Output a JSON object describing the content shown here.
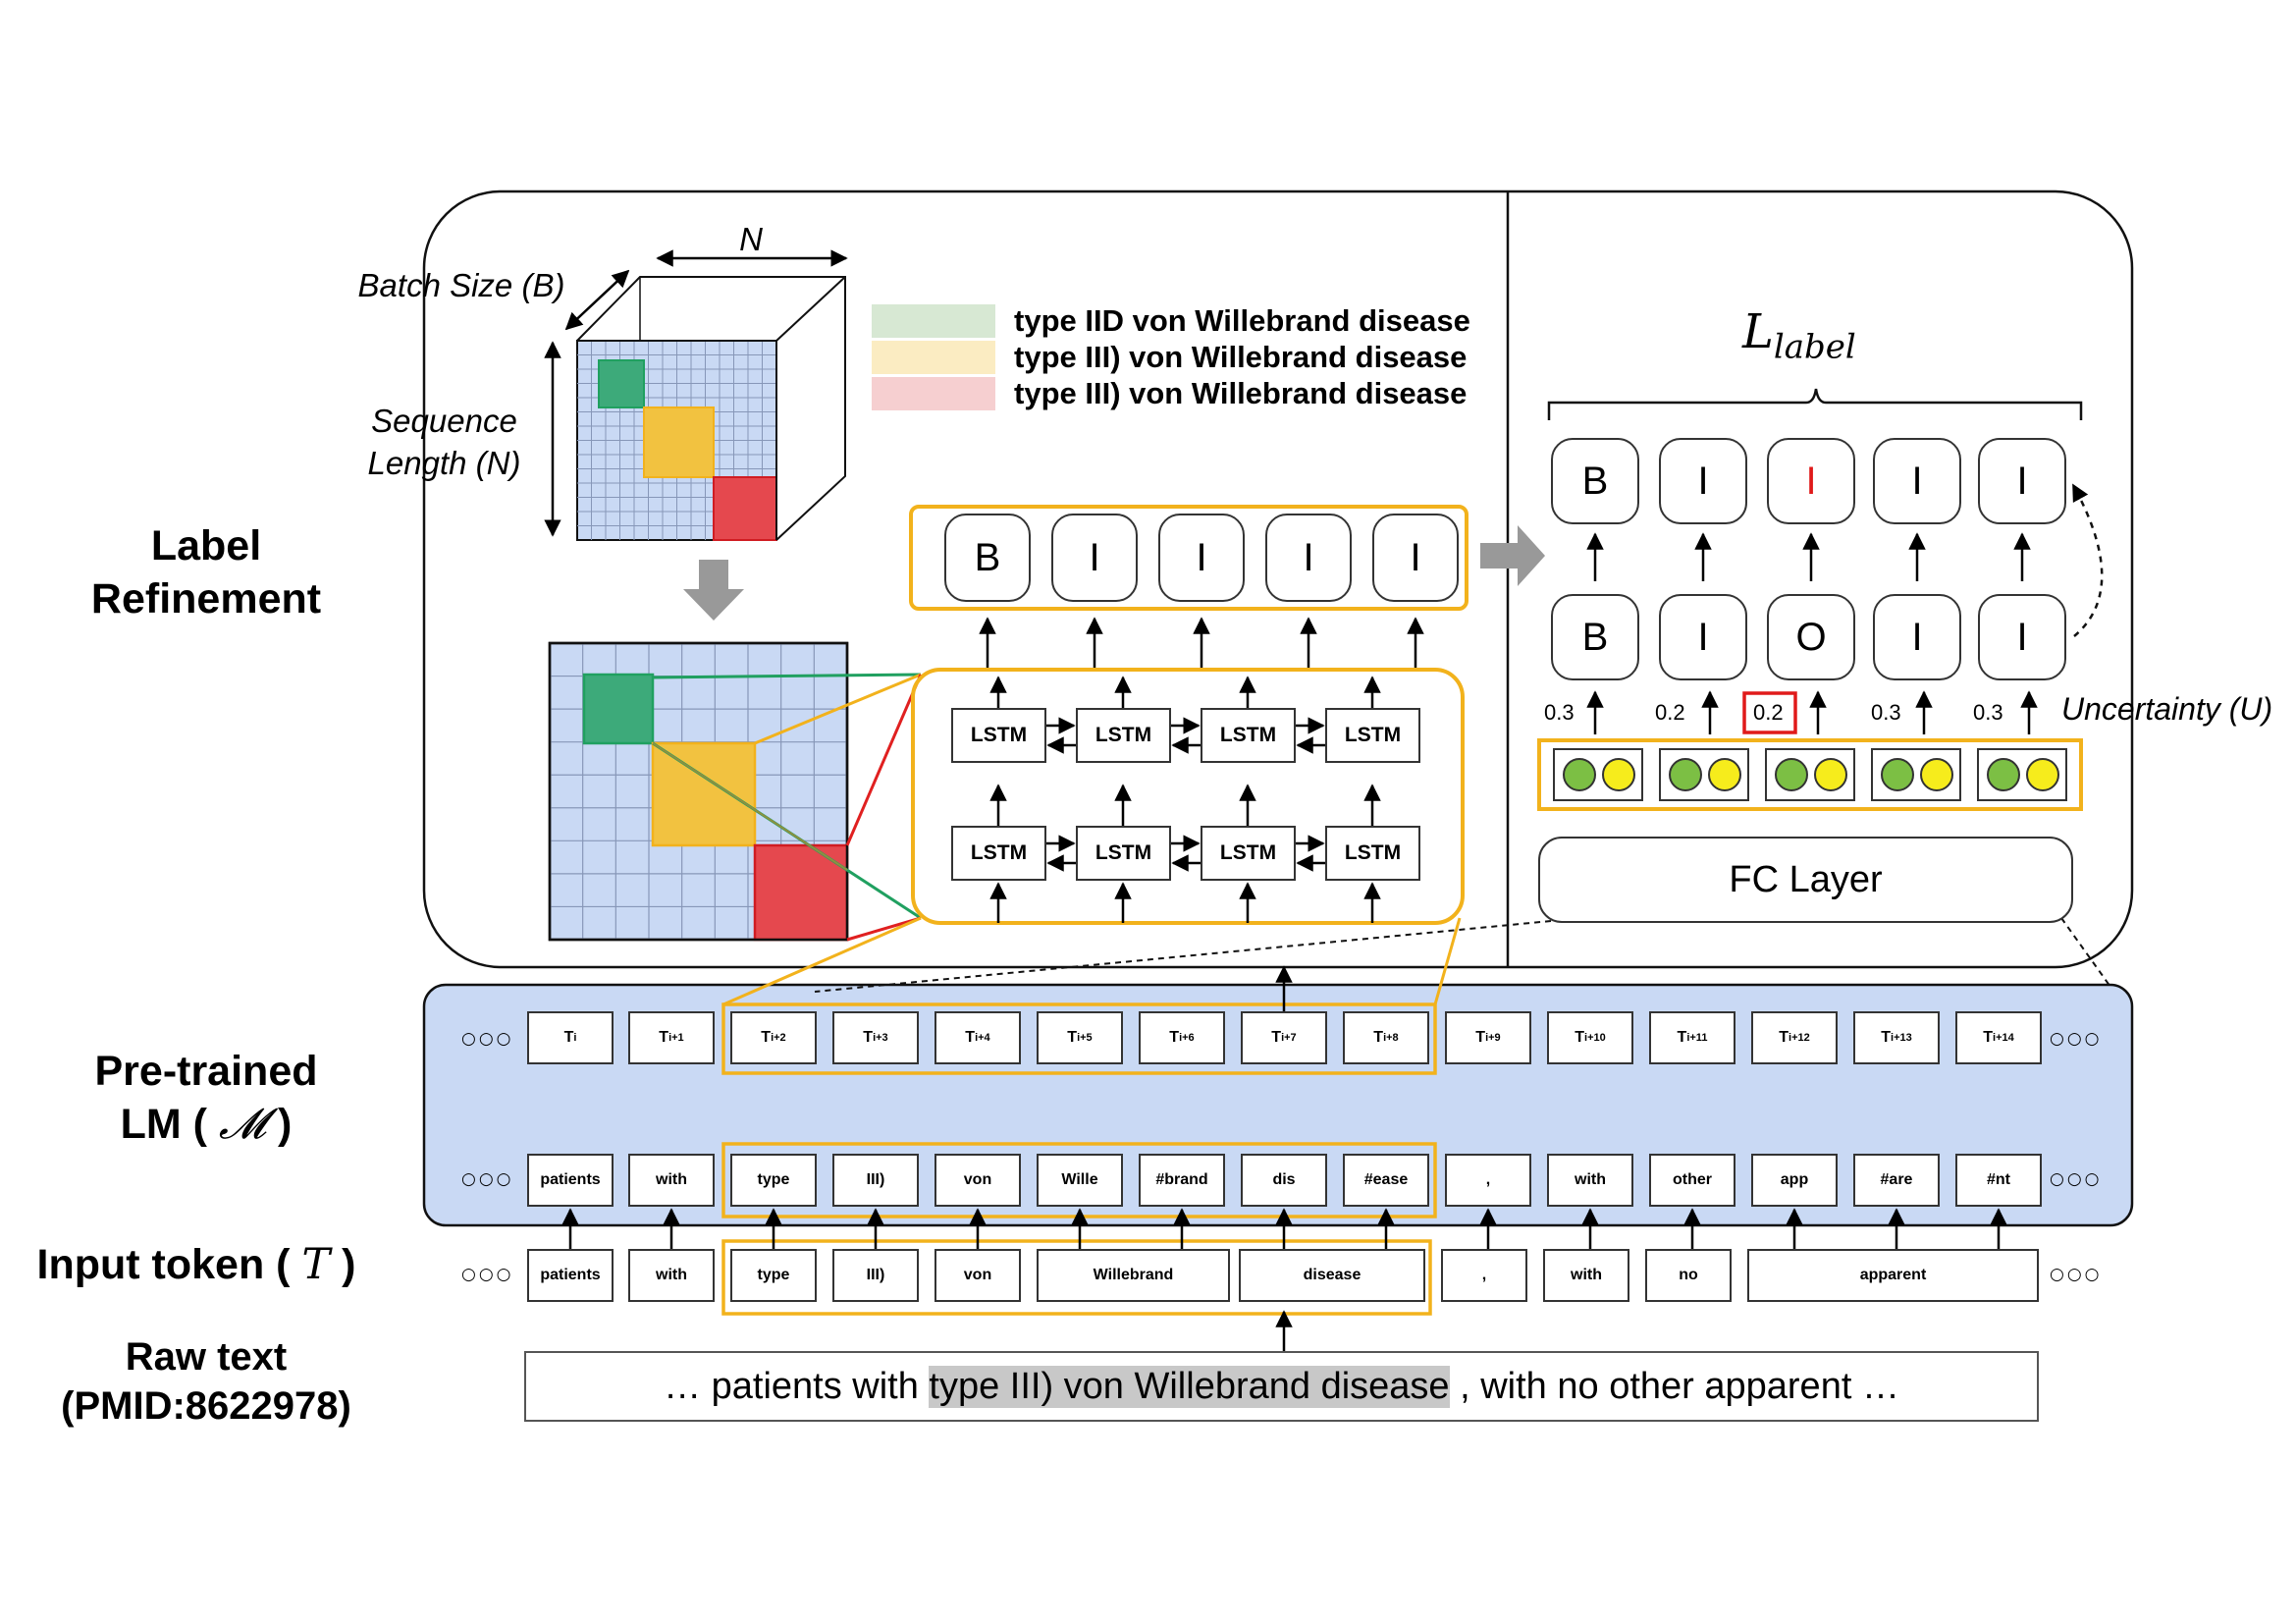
{
  "section_labels": {
    "label_refinement": "Label\nRefinement",
    "pretrained_lm_prefix": "Pre-trained\nLM (",
    "pretrained_lm_symbol": "𝓜",
    "input_token_prefix": "Input token (",
    "input_token_symbol": "T",
    "raw_text": "Raw text\n(PMID:8622978)",
    "close_paren": ")"
  },
  "cube": {
    "batch_size": "Batch Size (B)",
    "n_label": "N",
    "sequence_length": "Sequence\nLength (N)"
  },
  "legend": [
    {
      "text": "type IID von Willebrand disease",
      "color": "#d7e8d3"
    },
    {
      "text": "type III) von Willebrand disease",
      "color": "#fbecc2"
    },
    {
      "text": "type III) von Willebrand disease",
      "color": "#f6cfd0"
    }
  ],
  "colors": {
    "grid_fill": "#c9d9f4",
    "green": "#3daa7a",
    "yellow": "#f2c240",
    "red": "#e5484e",
    "orange_border": "#f2b21c",
    "lm_fill": "#c9d9f4",
    "circle_green": "#7cbf44",
    "circle_yellow": "#f6ec1c"
  },
  "lstm_output_labels": [
    "B",
    "I",
    "I",
    "I",
    "I"
  ],
  "lstm_label": "LSTM",
  "refined_labels": [
    "B",
    "I",
    "I",
    "I",
    "I"
  ],
  "initial_labels": [
    "B",
    "I",
    "O",
    "I",
    "I"
  ],
  "uncertainty_values": [
    "0.3",
    "0.2",
    "0.2",
    "0.3",
    "0.3"
  ],
  "uncertainty_label": "Uncertainty (U)",
  "loss_label": {
    "main": "L",
    "sub": "label"
  },
  "fc_layer": "FC Layer",
  "lm_top_tokens": [
    {
      "base": "T",
      "sub": "i"
    },
    {
      "base": "T",
      "sub": "i+1"
    },
    {
      "base": "T",
      "sub": "i+2"
    },
    {
      "base": "T",
      "sub": "i+3"
    },
    {
      "base": "T",
      "sub": "i+4"
    },
    {
      "base": "T",
      "sub": "i+5"
    },
    {
      "base": "T",
      "sub": "i+6"
    },
    {
      "base": "T",
      "sub": "i+7"
    },
    {
      "base": "T",
      "sub": "i+8"
    },
    {
      "base": "T",
      "sub": "i+9"
    },
    {
      "base": "T",
      "sub": "i+10"
    },
    {
      "base": "T",
      "sub": "i+11"
    },
    {
      "base": "T",
      "sub": "i+12"
    },
    {
      "base": "T",
      "sub": "i+13"
    },
    {
      "base": "T",
      "sub": "i+14"
    }
  ],
  "lm_subword_tokens": [
    "patients",
    "with",
    "type",
    "III)",
    "von",
    "Wille",
    "#brand",
    "dis",
    "#ease",
    ",",
    "with",
    "other",
    "app",
    "#are",
    "#nt"
  ],
  "input_tokens": [
    "patients",
    "with",
    "type",
    "III)",
    "von",
    "Willebrand",
    "disease",
    ",",
    "with",
    "no",
    "apparent"
  ],
  "raw_text": {
    "before": "… patients with ",
    "highlight": "type III) von Willebrand disease",
    "after": " , with no other apparent …"
  },
  "ellipsis_dots": "○○○"
}
